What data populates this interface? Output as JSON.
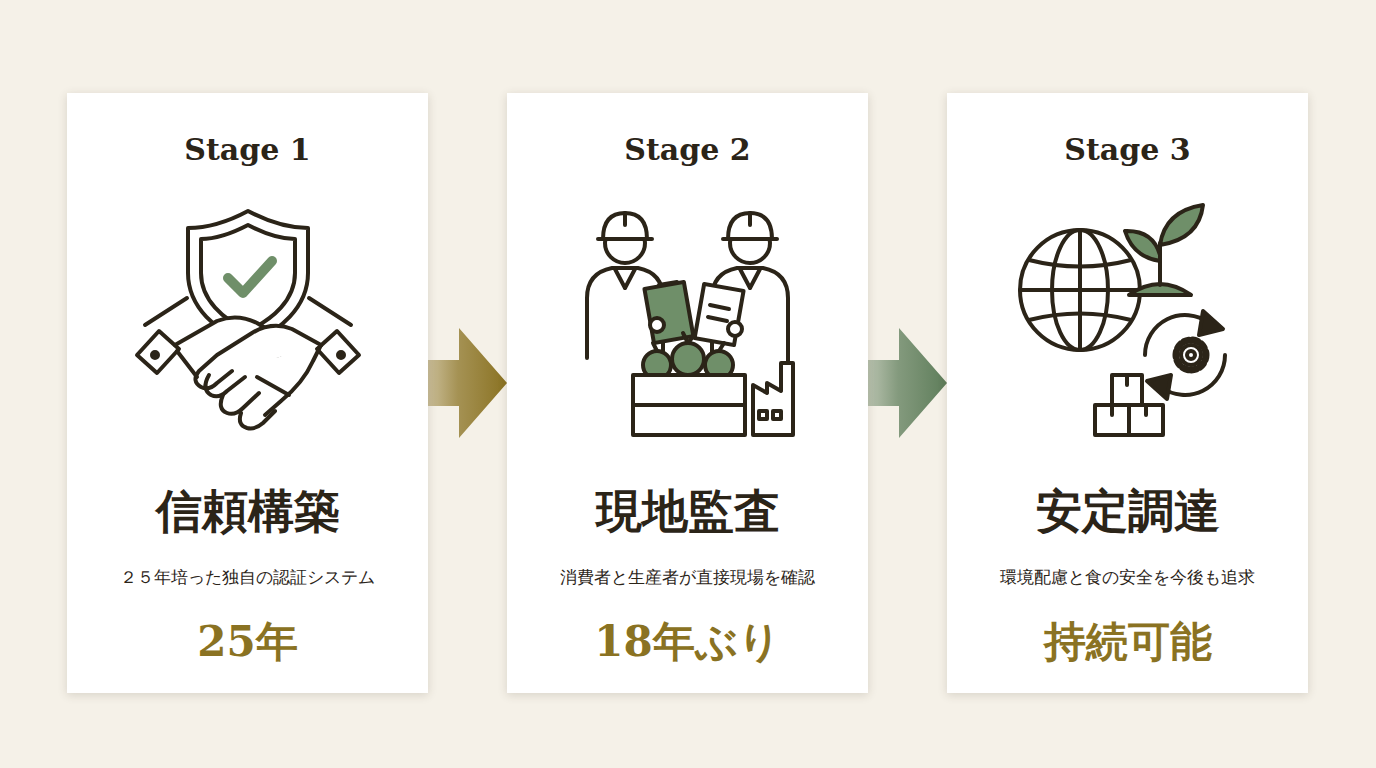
{
  "diagram": {
    "nodes": [
      {
        "text": [
          "Stage 1",
          "信頼構築",
          "２５年培った独自の認証システム",
          "25年"
        ]
      },
      {
        "text": [
          "Stage 2",
          "現地監査",
          "消費者と生産者が直接現場を確認",
          "18年ぶり"
        ]
      },
      {
        "text": [
          "Stage 3",
          "安定調達",
          "環境配慮と食の安全を今後も追求",
          "持続可能"
        ]
      }
    ],
    "edges": [
      {
        "from": 0,
        "to": 1,
        "arrow": "to"
      },
      {
        "from": 1,
        "to": 2,
        "arrow": "to"
      }
    ]
  }
}
